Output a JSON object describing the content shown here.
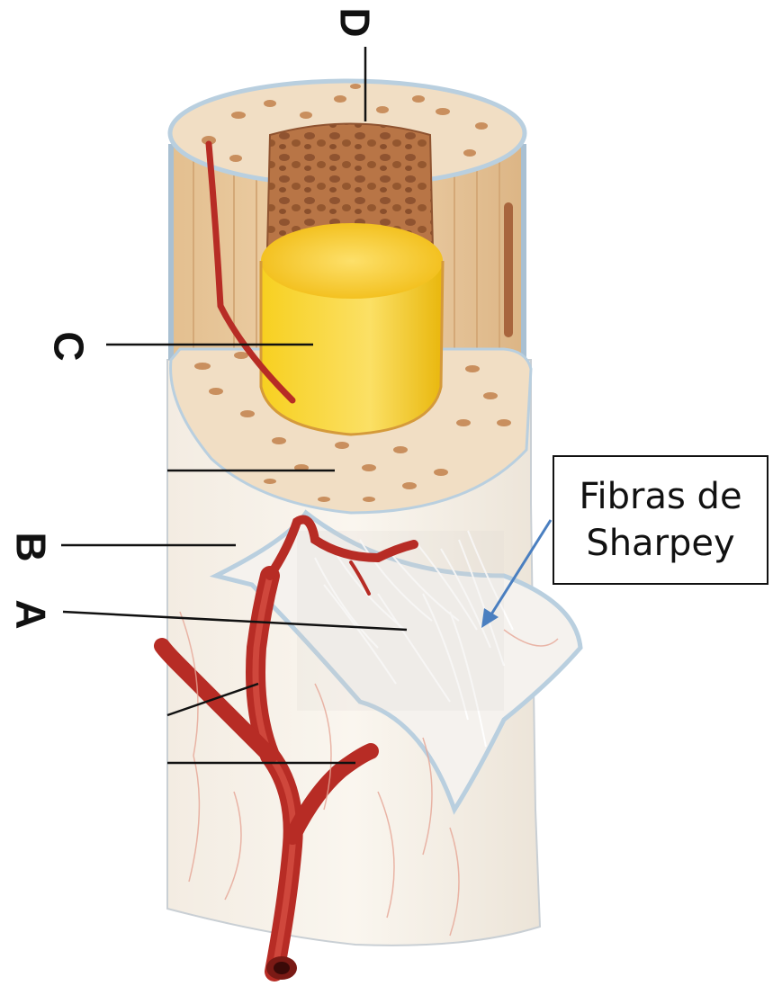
{
  "labels": {
    "d": "D",
    "c": "C",
    "b": "B",
    "a": "A"
  },
  "callout": {
    "text": "Fibras de\nSharpey"
  },
  "colors": {
    "compact_bone": "#e8c9a0",
    "spongy_bone": "#b9774a",
    "yellow_marrow": "#f5c518",
    "blood_vessel": "#c8322a",
    "periosteum": "#e9eef0",
    "arrow": "#4a7fc0"
  }
}
